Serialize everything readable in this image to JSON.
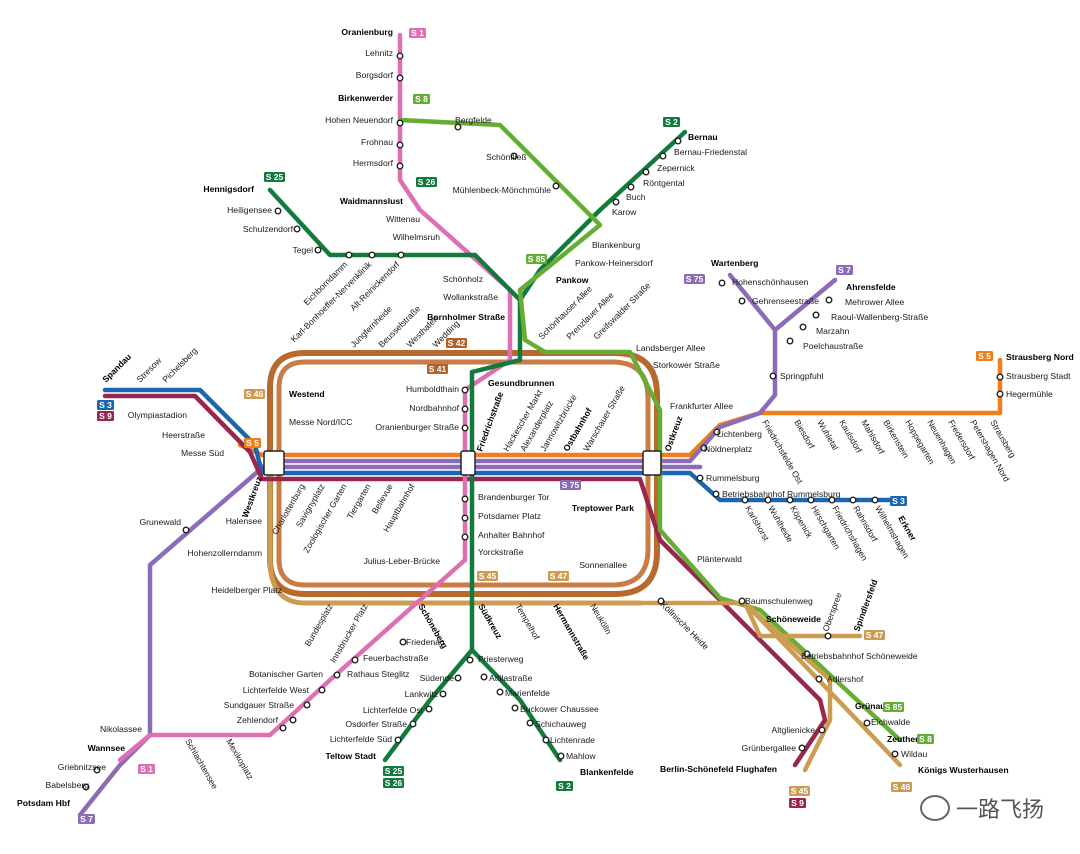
{
  "colors": {
    "S1": "#de6fb2",
    "S2": "#127a3c",
    "S3": "#1a66b0",
    "S5": "#ef7f1a",
    "S7": "#8c6cb8",
    "S8": "#66ad33",
    "S9": "#98264e",
    "ring": "#b86a2e",
    "ring_inner": "#c97c46",
    "S45": "#cc9c53",
    "S85": "#66ad33",
    "S25": "#127a3c",
    "S75": "#8c6cb8",
    "S46": "#cc9c53",
    "S47": "#cc9c53",
    "S26": "#127a3c",
    "S41": "#b0622a",
    "S42": "#b0622a"
  },
  "line_badges": [
    {
      "id": "S1-north",
      "label": "S 1",
      "line": "S1"
    },
    {
      "id": "S8-north",
      "label": "S 8",
      "line": "S8"
    },
    {
      "id": "S2-north",
      "label": "S 2",
      "line": "S2"
    },
    {
      "id": "S25-north",
      "label": "S 25",
      "line": "S25"
    },
    {
      "id": "S26-north",
      "label": "S 26",
      "line": "S26"
    },
    {
      "id": "S85-north",
      "label": "S 85",
      "line": "S85"
    },
    {
      "id": "S75-north",
      "label": "S 75",
      "line": "S75"
    },
    {
      "id": "S7-east",
      "label": "S 7",
      "line": "S7"
    },
    {
      "id": "S5-east",
      "label": "S 5",
      "line": "S5"
    },
    {
      "id": "S3-west",
      "label": "S 3",
      "line": "S3"
    },
    {
      "id": "S9-west",
      "label": "S 9",
      "line": "S9"
    },
    {
      "id": "S46-west",
      "label": "S 46",
      "line": "S46"
    },
    {
      "id": "S5-west",
      "label": "S 5",
      "line": "S5"
    },
    {
      "id": "S42-ring",
      "label": "S 42",
      "line": "S42"
    },
    {
      "id": "S41-ring",
      "label": "S 41",
      "line": "S41"
    },
    {
      "id": "S75-center",
      "label": "S 75",
      "line": "S75"
    },
    {
      "id": "S3-east",
      "label": "S 3",
      "line": "S3"
    },
    {
      "id": "S45-ring",
      "label": "S 45",
      "line": "S45"
    },
    {
      "id": "S47-ring",
      "label": "S 47",
      "line": "S47"
    },
    {
      "id": "S47-east",
      "label": "S 47",
      "line": "S47"
    },
    {
      "id": "S85-south",
      "label": "S 85",
      "line": "S85"
    },
    {
      "id": "S8-south",
      "label": "S 8",
      "line": "S8"
    },
    {
      "id": "S1-south",
      "label": "S 1",
      "line": "S1"
    },
    {
      "id": "S7-south",
      "label": "S 7",
      "line": "S7"
    },
    {
      "id": "S25-south",
      "label": "S 25",
      "line": "S25"
    },
    {
      "id": "S26-south",
      "label": "S 26",
      "line": "S26"
    },
    {
      "id": "S2-south",
      "label": "S 2",
      "line": "S2"
    },
    {
      "id": "S45-south",
      "label": "S 45",
      "line": "S45"
    },
    {
      "id": "S9-south",
      "label": "S 9",
      "line": "S9"
    },
    {
      "id": "S46-south",
      "label": "S 46",
      "line": "S46"
    }
  ],
  "stations": {
    "oranienburg": "Oranienburg",
    "lehnitz": "Lehnitz",
    "borgsdorf": "Borgsdorf",
    "birkenwerder": "Birkenwerder",
    "hohen_neuendorf": "Hohen Neuendorf",
    "frohnau": "Frohnau",
    "hermsdorf": "Hermsdorf",
    "waidmannslust": "Waidmannslust",
    "wittenau": "Wittenau",
    "wilhelmsruh": "Wilhelmsruh",
    "schoenholz": "Schönholz",
    "wollankstrasse": "Wollankstraße",
    "bornholmer": "Bornholmer Straße",
    "bergfelde": "Bergfelde",
    "schoenfliess": "Schönfließ",
    "muehlenbeck": "Mühlenbeck-Mönchmühle",
    "bernau": "Bernau",
    "bernau_friedenstal": "Bernau-Friedenstal",
    "zepernick": "Zepernick",
    "roentgental": "Röntgental",
    "buch": "Buch",
    "karow": "Karow",
    "blankenburg": "Blankenburg",
    "pankow_heinersdorf": "Pankow-Heinersdorf",
    "pankow": "Pankow",
    "hennigsdorf": "Hennigsdorf",
    "heiligensee": "Heiligensee",
    "schulzendorf": "Schulzendorf",
    "tegel": "Tegel",
    "eichborndamm": "Eichborndamm",
    "karl_bonhoeffer": "Karl-Bonhoeffer-Nervenklinik",
    "alt_reinickendorf": "Alt-Reinickendorf",
    "jungfernheide": "Jungfernheide",
    "beusselstrasse": "Beusselstraße",
    "westhafen": "Westhafen",
    "wedding": "Wedding",
    "gesundbrunnen": "Gesundbrunnen",
    "schoenhauser": "Schönhauser Allee",
    "prenzlauer": "Prenzlauer Allee",
    "greifswalder": "Greifswalder Straße",
    "landsberger": "Landsberger Allee",
    "storkower": "Storkower Straße",
    "frankfurter": "Frankfurter Allee",
    "ostkreuz": "Ostkreuz",
    "wartenberg": "Wartenberg",
    "hohenschoenhausen": "Hohenschönhausen",
    "gehrenseestrasse": "Gehrenseestraße",
    "ahrensfelde": "Ahrensfelde",
    "mehrower": "Mehrower Allee",
    "raoul": "Raoul-Wallenberg-Straße",
    "marzahn": "Marzahn",
    "poelchau": "Poelchaustraße",
    "springpfuhl": "Springpfuhl",
    "lichtenberg": "Lichtenberg",
    "noeldnerplatz": "Nöldnerplatz",
    "friedrichsfelde_ost": "Friedrichsfelde Ost",
    "biesdorf": "Biesdorf",
    "wuhletal": "Wuhletal",
    "kaulsdorf": "Kaulsdorf",
    "mahlsdorf": "Mahlsdorf",
    "birkenstein": "Birkenstein",
    "hoppegarten": "Hoppegarten",
    "neuenhagen": "Neuenhagen",
    "fredersdorf": "Fredersdorf",
    "petershagen": "Petershagen Nord",
    "strausberg": "Strausberg",
    "strausberg_nord": "Strausberg Nord",
    "strausberg_stadt": "Strausberg Stadt",
    "hegermuehle": "Hegermühle",
    "spandau": "Spandau",
    "stresow": "Stresow",
    "pichelsberg": "Pichelsberg",
    "olympiastadion": "Olympiastadion",
    "heerstrasse": "Heerstraße",
    "messe_sued": "Messe Süd",
    "westend": "Westend",
    "messe_nord": "Messe Nord/ICC",
    "westkreuz": "Westkreuz",
    "charlottenburg": "Charlottenburg",
    "savignyplatz": "Savignyplatz",
    "zoo": "Zoologischer Garten",
    "tiergarten": "Tiergarten",
    "bellevue": "Bellevue",
    "hauptbahnhof": "Hauptbahnhof",
    "friedrichstrasse": "Friedrichstraße",
    "hackescher": "Hackescher Markt",
    "alexanderplatz": "Alexanderplatz",
    "jannowitz": "Jannowitzbrücke",
    "ostbahnhof": "Ostbahnhof",
    "warschauer": "Warschauer Straße",
    "humboldthain": "Humboldthain",
    "nordbahnhof": "Nordbahnhof",
    "oranienburger": "Oranienburger Straße",
    "brandenburger": "Brandenburger Tor",
    "potsdamer": "Potsdamer Platz",
    "anhalter": "Anhalter Bahnhof",
    "yorckstrasse": "Yorckstraße",
    "julius_leber": "Julius-Leber-Brücke",
    "rummelsburg": "Rummelsburg",
    "betriebsbahnhof_rummelsburg": "Betriebsbahnhof Rummelsburg",
    "karlshorst": "Karlshorst",
    "wuhlheide": "Wuhlheide",
    "koepenick": "Köpenick",
    "hirschgarten": "Hirschgarten",
    "friedrichshagen": "Friedrichshagen",
    "rahnsdorf": "Rahnsdorf",
    "wilhelmshagen": "Wilhelmshagen",
    "erkner": "Erkner",
    "treptower": "Treptower Park",
    "plaenterwald": "Plänterwald",
    "grunewald": "Grunewald",
    "halensee": "Halensee",
    "hohenzollerndamm": "Hohenzollerndamm",
    "heidelberger": "Heidelberger Platz",
    "bundesplatz": "Bundesplatz",
    "innsbrucker": "Innsbrucker Platz",
    "schoeneberg": "Schöneberg",
    "suedkreuz": "Südkreuz",
    "tempelhof": "Tempelhof",
    "hermannstrasse": "Hermannstraße",
    "neukoelln": "Neukölln",
    "sonnenallee": "Sonnenallee",
    "koellnische": "Köllnische Heide",
    "baumschulenweg": "Baumschulenweg",
    "schoeneweide": "Schöneweide",
    "oberspree": "Oberspree",
    "spindlersfeld": "Spindlersfeld",
    "betriebsbahnhof_schoeneweide": "Betriebsbahnhof Schöneweide",
    "adlershof": "Adlershof",
    "altglienicke": "Altglienicke",
    "gruenbergallee": "Grünbergallee",
    "flughafen": "Berlin-Schönefeld Flughafen",
    "gruenau": "Grünau",
    "eichwalde": "Eichwalde",
    "zeuthen": "Zeuthen",
    "wildau": "Wildau",
    "koenigs_wusterhausen": "Königs Wusterhausen",
    "friedenau": "Friedenau",
    "feuerbachstrasse": "Feuerbachstraße",
    "rathaus_steglitz": "Rathaus Steglitz",
    "botanischer": "Botanischer Garten",
    "lichterfelde_west": "Lichterfelde West",
    "sundgauer": "Sundgauer Straße",
    "zehlendorf": "Zehlendorf",
    "mexikoplatz": "Mexikoplatz",
    "schlachtensee": "Schlachtensee",
    "nikolassee": "Nikolassee",
    "wannsee": "Wannsee",
    "griebnitzsee": "Griebnitzsee",
    "babelsberg": "Babelsberg",
    "potsdam": "Potsdam Hbf",
    "priesterweg": "Priesterweg",
    "suedende": "Südende",
    "lankwitz": "Lankwitz",
    "lichterfelde_ost": "Lichterfelde Ost",
    "osdorfer": "Osdorfer Straße",
    "lichterfelde_sued": "Lichterfelde Süd",
    "teltow": "Teltow Stadt",
    "attilastrasse": "Attilastraße",
    "marienfelde": "Marienfelde",
    "buckower": "Buckower Chaussee",
    "schichauweg": "Schichauweg",
    "lichtenrade": "Lichtenrade",
    "mahlow": "Mahlow",
    "blankenfelde": "Blankenfelde"
  },
  "watermark": "一路飞扬",
  "watermark_icon": "wechat-icon"
}
